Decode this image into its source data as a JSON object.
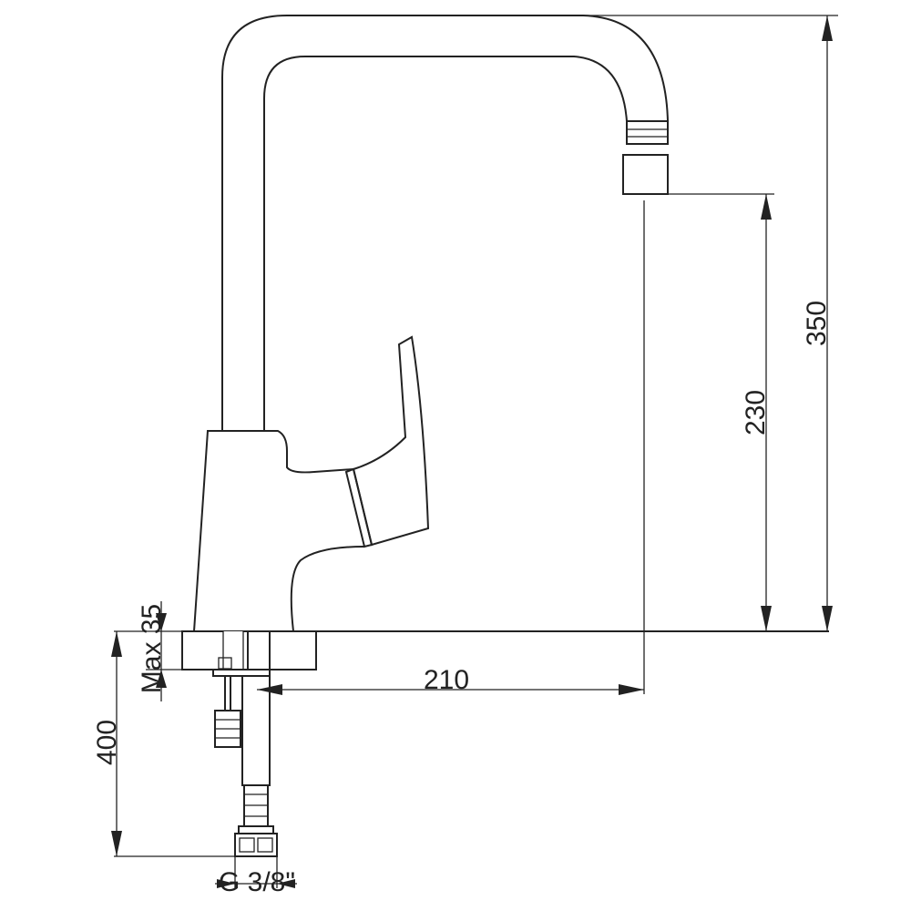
{
  "dimensions": {
    "total_height": "350",
    "spout_height": "230",
    "spout_reach": "210",
    "max_deck_thickness": "Max 35",
    "hose_length": "400",
    "connection_thread": "G 3/8\""
  }
}
